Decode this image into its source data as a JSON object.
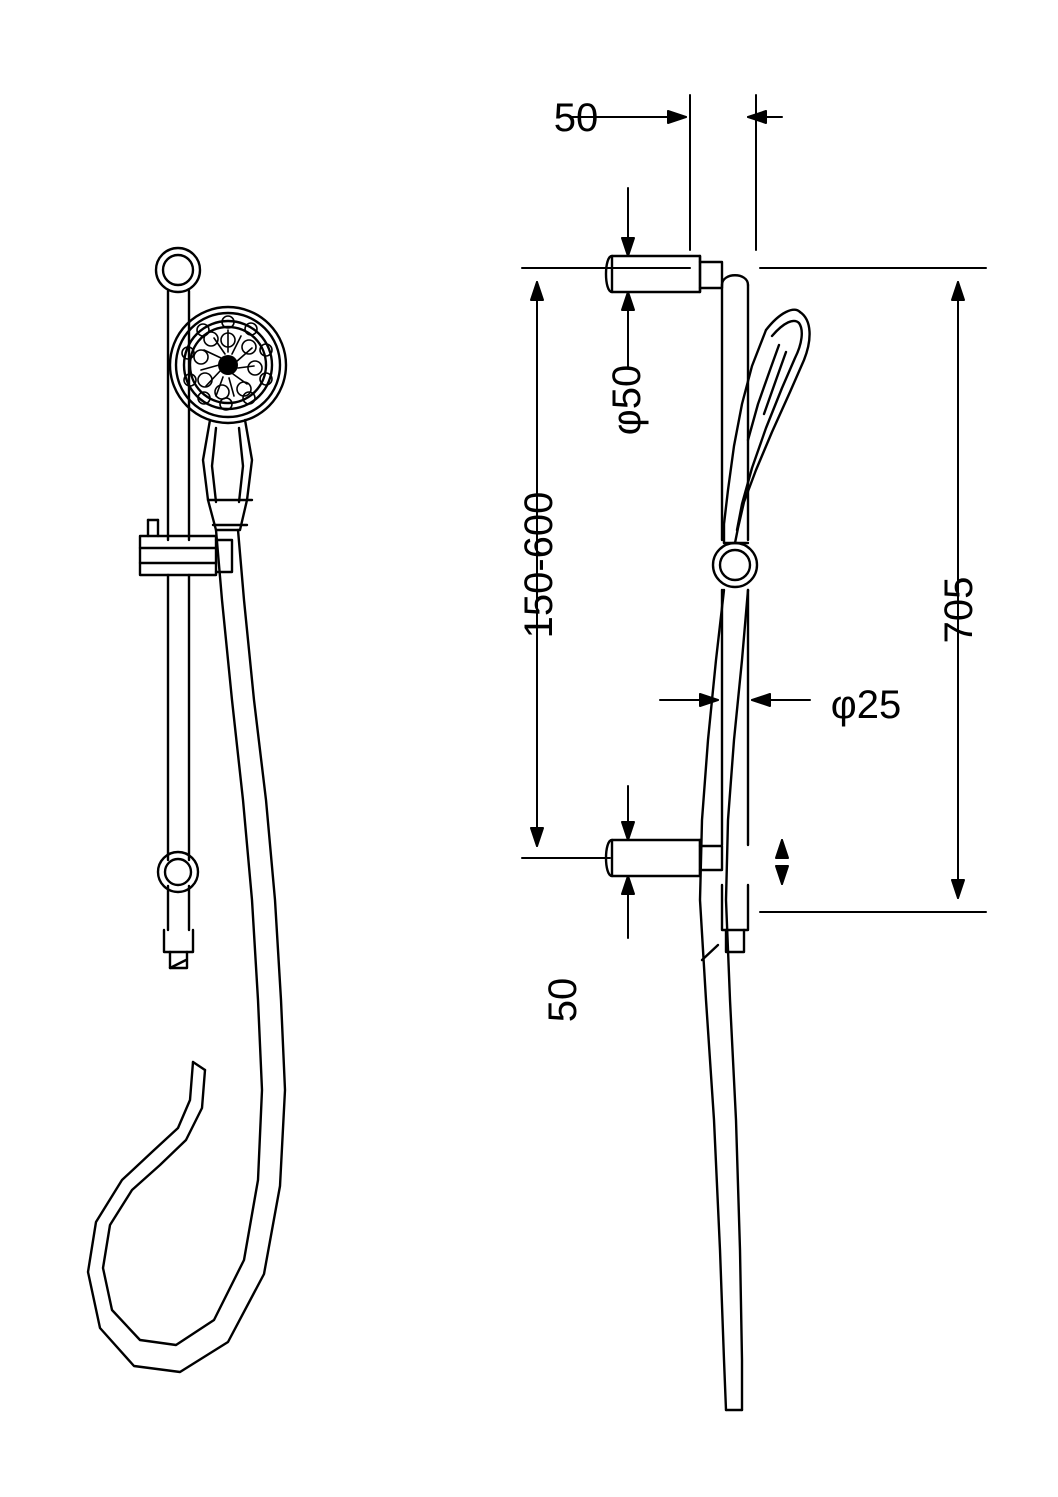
{
  "drawing": {
    "title": "Shower rail set technical drawing",
    "units": "mm",
    "line_color": "#000000",
    "background": "#ffffff",
    "views": [
      {
        "name": "front-view",
        "description": "Front elevation of hand shower on slide rail with hose"
      },
      {
        "name": "side-view",
        "description": "Side elevation of hand shower on slide rail with dimensions"
      }
    ]
  },
  "dimensions": {
    "top_bracket_offset": "50",
    "bottom_bracket_offset": "50",
    "rail_travel": "150-600",
    "overall_height": "705",
    "head_diameter": "φ50",
    "rail_diameter": "φ25"
  }
}
